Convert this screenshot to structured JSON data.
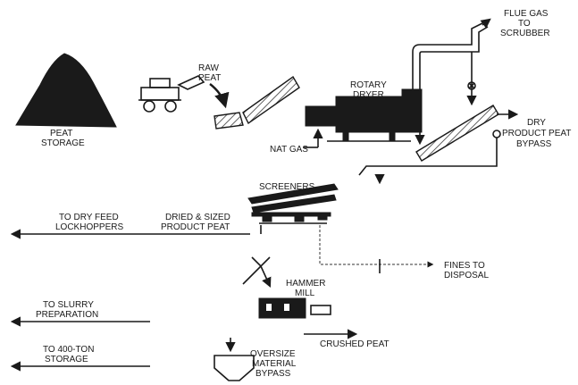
{
  "labels": {
    "peat_storage_1": "PEAT",
    "peat_storage_2": "STORAGE",
    "raw_peat_1": "RAW",
    "raw_peat_2": "PEAT",
    "rotary_dryer_1": "ROTARY",
    "rotary_dryer_2": "DRYER",
    "flue_gas_1": "FLUE GAS",
    "flue_gas_2": "TO",
    "flue_gas_3": "SCRUBBER",
    "dry_product_1": "DRY",
    "dry_product_2": "PRODUCT PEAT",
    "dry_product_3": "BYPASS",
    "nat_gas": "NAT GAS",
    "screeners": "SCREENERS",
    "to_dry_feed_1": "TO DRY FEED",
    "to_dry_feed_2": "LOCKHOPPERS",
    "dried_sized_1": "DRIED & SIZED",
    "dried_sized_2": "PRODUCT PEAT",
    "fines_1": "FINES TO",
    "fines_2": "DISPOSAL",
    "hammer_mill_1": "HAMMER",
    "hammer_mill_2": "MILL",
    "to_slurry_1": "TO SLURRY",
    "to_slurry_2": "PREPARATION",
    "crushed_peat": "CRUSHED PEAT",
    "to_400_1": "TO 400-TON",
    "to_400_2": "STORAGE",
    "oversize_1": "OVERSIZE",
    "oversize_2": "MATERIAL",
    "oversize_3": "BYPASS"
  }
}
